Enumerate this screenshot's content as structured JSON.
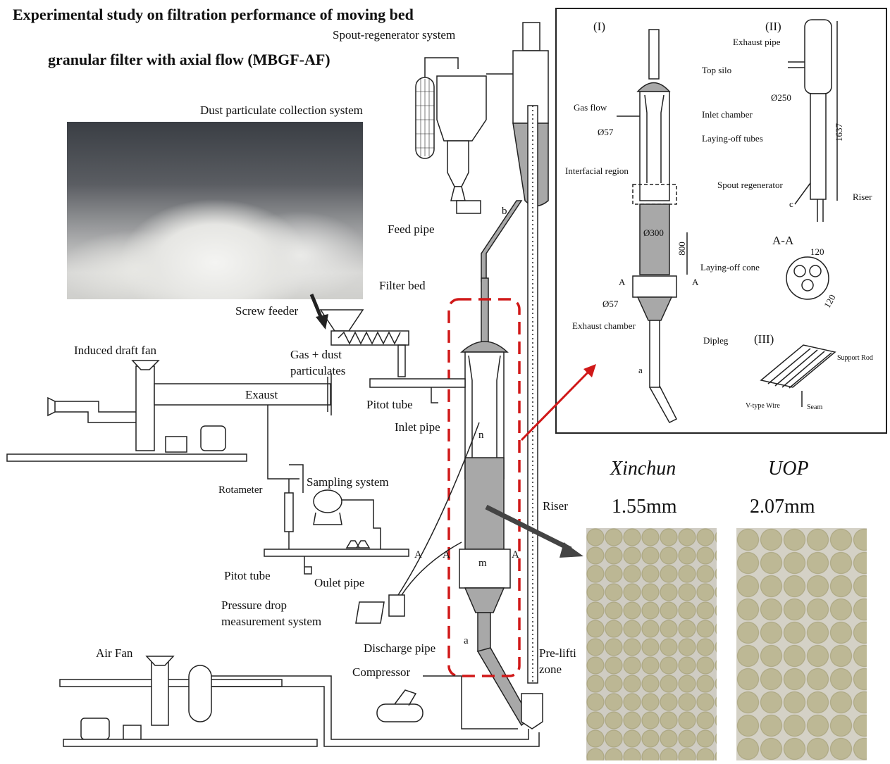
{
  "title": {
    "line1": "Experimental study on filtration performance of moving bed",
    "line2": "granular filter with axial flow (MBGF-AF)"
  },
  "labels": {
    "spout_regenerator_system": "Spout-regenerator system",
    "dust_collection": "Dust particulate collection system",
    "feed_pipe": "Feed pipe",
    "filter_bed": "Filter bed",
    "screw_feeder": "Screw feeder",
    "induced_draft_fan": "Induced draft fan",
    "exaust": "Exaust",
    "gas_dust_1": "Gas + dust",
    "gas_dust_2": "particulates",
    "pitot_tube_top": "Pitot tube",
    "inlet_pipe": "Inlet pipe",
    "rotameter": "Rotameter",
    "sampling_system": "Sampling system",
    "riser": "Riser",
    "pitot_tube_bottom": "Pitot tube",
    "oulet_pipe": "Oulet pipe",
    "pressure_drop_1": "Pressure drop",
    "pressure_drop_2": "measurement system",
    "air_fan": "Air Fan",
    "discharge_pipe": "Discharge pipe",
    "compressor": "Compressor",
    "pre_lifting_1": "Pre-lifti",
    "pre_lifting_2": "zone",
    "mark_a": "A",
    "mark_a2": "A",
    "mark_a3": "A",
    "mark_a_low": "a",
    "mark_b": "b",
    "mark_n": "n",
    "mark_m": "m"
  },
  "detail": {
    "sec_i": "(I)",
    "sec_ii": "(II)",
    "sec_iii": "(III)",
    "top_silo": "Top silo",
    "gas_flow": "Gas flow",
    "d57a": "Ø57",
    "inlet_chamber": "Inlet chamber",
    "laying_off_tubes": "Laying-off tubes",
    "interfacial_region": "Interfacial region",
    "d300": "Ø300",
    "h800": "800",
    "laying_off_cone": "Laying-off cone",
    "d57b": "Ø57",
    "exhaust_chamber": "Exhaust chamber",
    "dipleg": "Dipleg",
    "a": "a",
    "exhaust_pipe": "Exhaust pipe",
    "d250": "Ø250",
    "h1637": "1637",
    "spout_regenerator": "Spout regenerator",
    "riser": "Riser",
    "aa": "A-A",
    "deg120a": "120",
    "deg120b": "120",
    "support_rod": "Support Rod",
    "v_wire": "V-type Wire",
    "seam": "Seam",
    "c": "c",
    "A_left": "A",
    "A_right": "A"
  },
  "particles": {
    "xinchun_name": "Xinchun",
    "xinchun_size": "1.55mm",
    "uop_name": "UOP",
    "uop_size": "2.07mm"
  },
  "colors": {
    "line": "#222222",
    "fill_grey": "#a8a8a8",
    "red_box": "#d01818",
    "red_arrow": "#d01818",
    "dark_arrow": "#444444",
    "particle_bg": "#d9d6cc",
    "particle": "#b6b18a"
  }
}
